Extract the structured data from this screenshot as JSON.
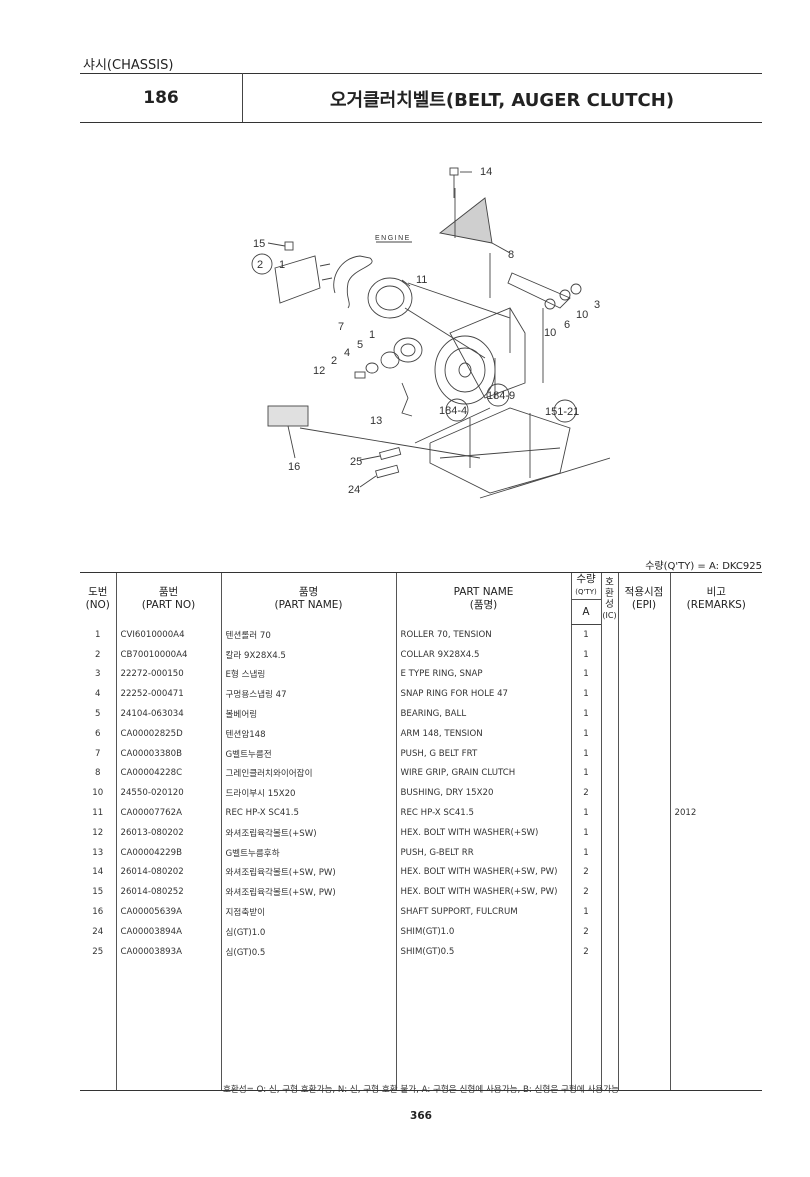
{
  "header": {
    "section": "샤시(CHASSIS)",
    "page_code": "186",
    "title": "오거클러치벨트(BELT, AUGER CLUTCH)"
  },
  "diagram": {
    "engine_label": "ENGINE",
    "callouts": [
      "14",
      "8",
      "15",
      "2",
      "1",
      "11",
      "3",
      "10",
      "6",
      "10",
      "7",
      "1",
      "5",
      "4",
      "2",
      "12",
      "184-4",
      "184-9",
      "151-21",
      "13",
      "16",
      "25",
      "24"
    ]
  },
  "qty_note": "수량(Q'TY) = A: DKC925",
  "table": {
    "headers": {
      "no": "도번",
      "no_en": "(NO)",
      "part_no": "품번",
      "part_no_en": "(PART NO)",
      "part_name": "품명",
      "part_name_en": "(PART NAME)",
      "part_name_ko": "PART NAME",
      "part_name_ko_sub": "(품명)",
      "qty": "수량",
      "qty_sub": "(Q'TY)",
      "qty_col": "A",
      "ic1": "호",
      "ic2": "환",
      "ic3": "성",
      "ic4": "(IC)",
      "epi": "적용시점",
      "epi_en": "(EPI)",
      "remarks": "비고",
      "remarks_en": "(REMARKS)"
    },
    "rows": [
      {
        "no": "1",
        "part_no": "CVI6010000A4",
        "name_ko": "텐션롤러 70",
        "name_en": "ROLLER 70, TENSION",
        "qty": "1",
        "remarks": ""
      },
      {
        "no": "2",
        "part_no": "CB70010000A4",
        "name_ko": "칼라 9X28X4.5",
        "name_en": "COLLAR 9X28X4.5",
        "qty": "1",
        "remarks": ""
      },
      {
        "no": "3",
        "part_no": "22272-000150",
        "name_ko": "E형 스냅링",
        "name_en": "E TYPE RING, SNAP",
        "qty": "1",
        "remarks": ""
      },
      {
        "no": "4",
        "part_no": "22252-000471",
        "name_ko": "구멍용스냅링 47",
        "name_en": "SNAP RING FOR HOLE 47",
        "qty": "1",
        "remarks": ""
      },
      {
        "no": "5",
        "part_no": "24104-063034",
        "name_ko": "볼베어링",
        "name_en": "BEARING, BALL",
        "qty": "1",
        "remarks": ""
      },
      {
        "no": "6",
        "part_no": "CA00002825D",
        "name_ko": "텐션암148",
        "name_en": "ARM 148, TENSION",
        "qty": "1",
        "remarks": ""
      },
      {
        "no": "7",
        "part_no": "CA00003380B",
        "name_ko": "G벨트누름전",
        "name_en": "PUSH, G BELT FRT",
        "qty": "1",
        "remarks": ""
      },
      {
        "no": "8",
        "part_no": "CA00004228C",
        "name_ko": "그레인클러치와이어잡이",
        "name_en": "WIRE GRIP, GRAIN CLUTCH",
        "qty": "1",
        "remarks": ""
      },
      {
        "no": "10",
        "part_no": "24550-020120",
        "name_ko": "드라이부시 15X20",
        "name_en": "BUSHING, DRY 15X20",
        "qty": "2",
        "remarks": ""
      },
      {
        "no": "11",
        "part_no": "CA00007762A",
        "name_ko": "REC HP-X SC41.5",
        "name_en": "REC HP-X SC41.5",
        "qty": "1",
        "remarks": "2012"
      },
      {
        "no": "12",
        "part_no": "26013-080202",
        "name_ko": "와셔조립육각볼트(+SW)",
        "name_en": "HEX. BOLT WITH WASHER(+SW)",
        "qty": "1",
        "remarks": ""
      },
      {
        "no": "13",
        "part_no": "CA00004229B",
        "name_ko": "G벨트누름후하",
        "name_en": "PUSH, G-BELT RR",
        "qty": "1",
        "remarks": ""
      },
      {
        "no": "14",
        "part_no": "26014-080202",
        "name_ko": "와셔조립육각볼트(+SW, PW)",
        "name_en": "HEX. BOLT WITH WASHER(+SW, PW)",
        "qty": "2",
        "remarks": ""
      },
      {
        "no": "15",
        "part_no": "26014-080252",
        "name_ko": "와셔조립육각볼트(+SW, PW)",
        "name_en": "HEX. BOLT WITH WASHER(+SW, PW)",
        "qty": "2",
        "remarks": ""
      },
      {
        "no": "16",
        "part_no": "CA00005639A",
        "name_ko": "지점축받이",
        "name_en": "SHAFT SUPPORT, FULCRUM",
        "qty": "1",
        "remarks": ""
      },
      {
        "no": "24",
        "part_no": "CA00003894A",
        "name_ko": "심(GT)1.0",
        "name_en": "SHIM(GT)1.0",
        "qty": "2",
        "remarks": ""
      },
      {
        "no": "25",
        "part_no": "CA00003893A",
        "name_ko": "심(GT)0.5",
        "name_en": "SHIM(GT)0.5",
        "qty": "2",
        "remarks": ""
      }
    ]
  },
  "footnote": "호환성= O: 신, 구형 호환가능,  N: 신, 구형 호환 불가, A: 구형은 신형에 사용가능, B: 신형은 구형에 사용가능",
  "page_number": "366"
}
